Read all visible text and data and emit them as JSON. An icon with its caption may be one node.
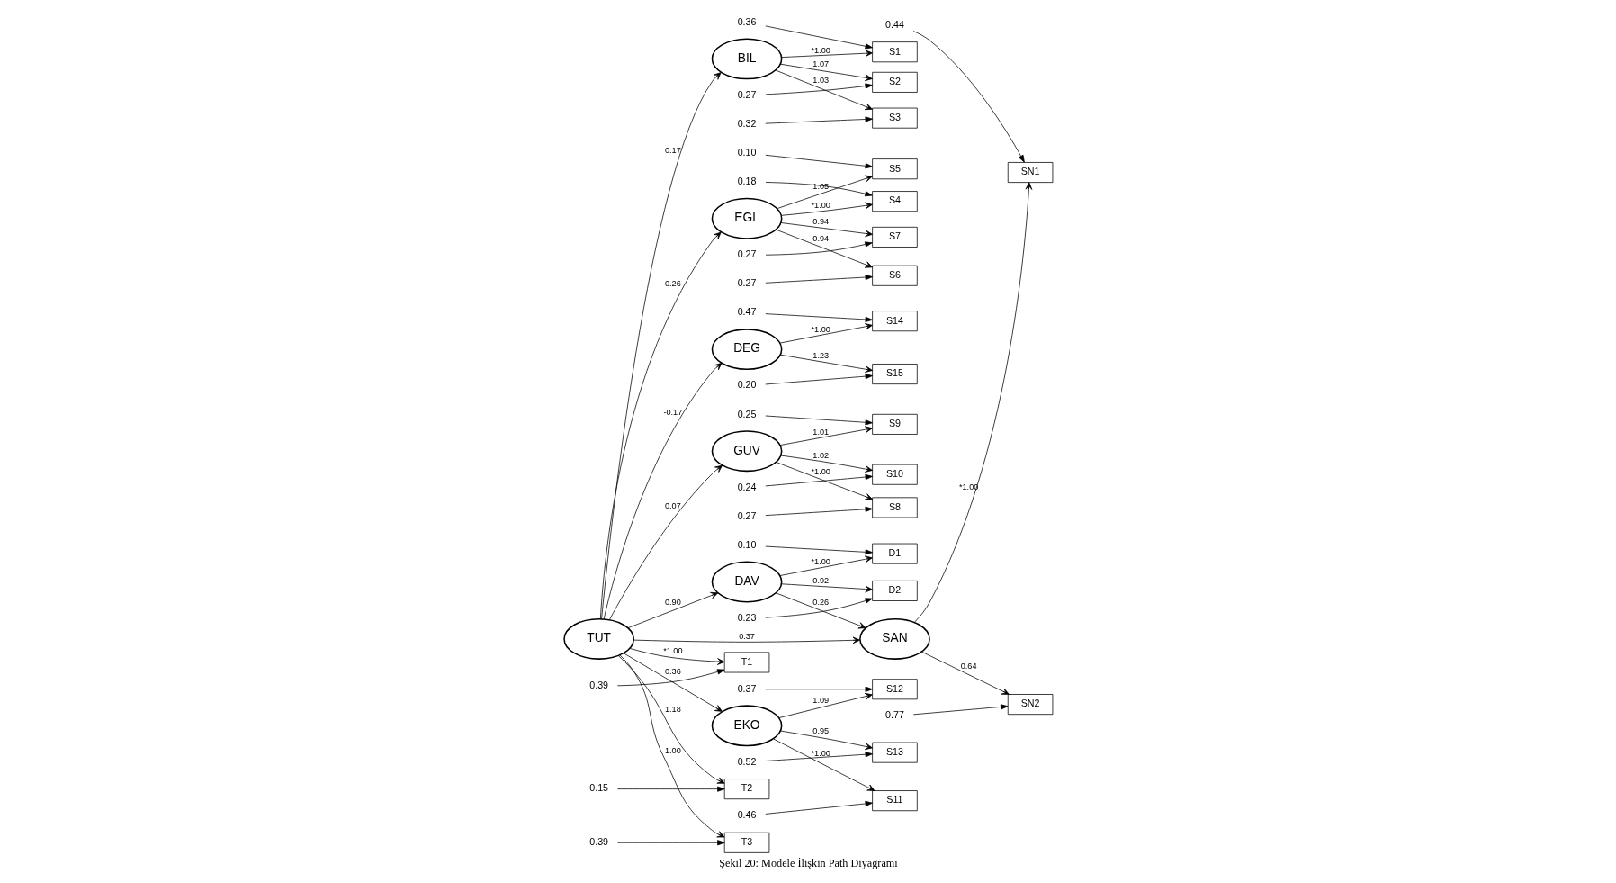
{
  "diagram": {
    "caption": "Şekil 20: Modele İlişkin Path Diyagramı",
    "nodes": [
      {
        "text": [
          "0.36"
        ]
      },
      {
        "text": [
          "S1"
        ]
      },
      {
        "text": [
          "0.27"
        ]
      },
      {
        "text": [
          "S2"
        ]
      },
      {
        "text": [
          "0.32"
        ]
      },
      {
        "text": [
          "S3"
        ]
      },
      {
        "text": [
          "0.18"
        ]
      },
      {
        "text": [
          "S4"
        ]
      },
      {
        "text": [
          "0.10"
        ]
      },
      {
        "text": [
          "S5"
        ]
      },
      {
        "text": [
          "0.27"
        ]
      },
      {
        "text": [
          "S6"
        ]
      },
      {
        "text": [
          "0.27"
        ]
      },
      {
        "text": [
          "S7"
        ]
      },
      {
        "text": [
          "0.27"
        ]
      },
      {
        "text": [
          "S8"
        ]
      },
      {
        "text": [
          "0.25"
        ]
      },
      {
        "text": [
          "S9"
        ]
      },
      {
        "text": [
          "0.24"
        ]
      },
      {
        "text": [
          "S10"
        ]
      },
      {
        "text": [
          "0.46"
        ]
      },
      {
        "text": [
          "S11"
        ]
      },
      {
        "text": [
          "0.37"
        ]
      },
      {
        "text": [
          "S12"
        ]
      },
      {
        "text": [
          "0.52"
        ]
      },
      {
        "text": [
          "S13"
        ]
      },
      {
        "text": [
          "0.47"
        ]
      },
      {
        "text": [
          "S14"
        ]
      },
      {
        "text": [
          "0.20"
        ]
      },
      {
        "text": [
          "S15"
        ]
      },
      {
        "text": [
          "BIL"
        ]
      },
      {
        "text": [
          "EGL"
        ]
      },
      {
        "text": [
          "GUV"
        ]
      },
      {
        "text": [
          "EKO"
        ]
      },
      {
        "text": [
          "DEG"
        ]
      },
      {
        "text": [
          "0.39"
        ]
      },
      {
        "text": [
          "0.15"
        ]
      },
      {
        "text": [
          "0.39"
        ]
      },
      {
        "text": [
          "T1"
        ]
      },
      {
        "text": [
          "T2"
        ]
      },
      {
        "text": [
          "T3"
        ]
      },
      {
        "text": [
          "TUT"
        ]
      },
      {
        "text": [
          "DAV"
        ]
      },
      {
        "text": [
          "SAN"
        ]
      },
      {
        "text": [
          "D1"
        ]
      },
      {
        "text": [
          "0.10"
        ]
      },
      {
        "text": [
          "D2"
        ]
      },
      {
        "text": [
          "0.23"
        ]
      },
      {
        "text": [
          "SN1"
        ]
      },
      {
        "text": [
          "0.44"
        ]
      },
      {
        "text": [
          "SN2"
        ]
      },
      {
        "text": [
          "0.77"
        ]
      }
    ],
    "edges": [
      {
        "from": 0,
        "to": 1,
        "arrow": "to"
      },
      {
        "from": 2,
        "to": 3,
        "arrow": "to"
      },
      {
        "from": 4,
        "to": 5,
        "arrow": "to"
      },
      {
        "from": 6,
        "to": 7,
        "arrow": "to"
      },
      {
        "from": 8,
        "to": 9,
        "arrow": "to"
      },
      {
        "from": 10,
        "to": 11,
        "arrow": "to"
      },
      {
        "from": 12,
        "to": 13,
        "arrow": "to"
      },
      {
        "from": 14,
        "to": 15,
        "arrow": "to"
      },
      {
        "from": 16,
        "to": 17,
        "arrow": "to"
      },
      {
        "from": 18,
        "to": 19,
        "arrow": "to"
      },
      {
        "from": 20,
        "to": 21,
        "arrow": "to"
      },
      {
        "from": 22,
        "to": 23,
        "arrow": "to"
      },
      {
        "from": 24,
        "to": 25,
        "arrow": "to"
      },
      {
        "from": 26,
        "to": 27,
        "arrow": "to"
      },
      {
        "from": 28,
        "to": 29,
        "arrow": "to"
      },
      {
        "from": 30,
        "to": 1,
        "arrow": "to",
        "label": "*1.00"
      },
      {
        "from": 30,
        "to": 3,
        "arrow": "to",
        "label": "1.07"
      },
      {
        "from": 30,
        "to": 5,
        "arrow": "to",
        "label": "1.03"
      },
      {
        "from": 31,
        "to": 7,
        "arrow": "to",
        "label": "*1.00"
      },
      {
        "from": 31,
        "to": 9,
        "arrow": "to",
        "label": "1.05"
      },
      {
        "from": 31,
        "to": 11,
        "arrow": "to",
        "label": "0.94"
      },
      {
        "from": 31,
        "to": 13,
        "arrow": "to",
        "label": "0.94"
      },
      {
        "from": 32,
        "to": 15,
        "arrow": "to",
        "label": "*1.00"
      },
      {
        "from": 32,
        "to": 17,
        "arrow": "to",
        "label": "1.01"
      },
      {
        "from": 32,
        "to": 19,
        "arrow": "to",
        "label": "1.02"
      },
      {
        "from": 33,
        "to": 21,
        "arrow": "to",
        "label": "*1.00"
      },
      {
        "from": 33,
        "to": 23,
        "arrow": "to",
        "label": "1.09"
      },
      {
        "from": 33,
        "to": 25,
        "arrow": "to",
        "label": "0.95"
      },
      {
        "from": 34,
        "to": 27,
        "arrow": "to",
        "label": "*1.00"
      },
      {
        "from": 34,
        "to": 29,
        "arrow": "to",
        "label": "1.23"
      },
      {
        "from": 41,
        "to": 30,
        "arrow": "to",
        "label": "0.17"
      },
      {
        "from": 41,
        "to": 31,
        "arrow": "to",
        "label": "0.26"
      },
      {
        "from": 41,
        "to": 32,
        "arrow": "to",
        "label": "0.07"
      },
      {
        "from": 41,
        "to": 33,
        "arrow": "to",
        "label": "0.36"
      },
      {
        "from": 41,
        "to": 34,
        "arrow": "to",
        "label": "-0.17"
      },
      {
        "from": 35,
        "to": 38,
        "arrow": "to"
      },
      {
        "from": 36,
        "to": 39,
        "arrow": "to"
      },
      {
        "from": 37,
        "to": 40,
        "arrow": "to"
      },
      {
        "from": 41,
        "to": 38,
        "arrow": "to",
        "label": "*1.00"
      },
      {
        "from": 41,
        "to": 39,
        "arrow": "to",
        "label": "1.18"
      },
      {
        "from": 41,
        "to": 40,
        "arrow": "to",
        "label": "1.00"
      },
      {
        "from": 41,
        "to": 42,
        "arrow": "to",
        "label": "0.90"
      },
      {
        "from": 41,
        "to": 43,
        "arrow": "to",
        "label": "0.37"
      },
      {
        "from": 42,
        "to": 43,
        "arrow": "to",
        "label": "0.26"
      },
      {
        "from": 42,
        "to": 44,
        "arrow": "to",
        "label": "*1.00"
      },
      {
        "from": 42,
        "to": 46,
        "arrow": "to",
        "label": "0.92"
      },
      {
        "from": 45,
        "to": 44,
        "arrow": "to"
      },
      {
        "from": 47,
        "to": 46,
        "arrow": "to"
      },
      {
        "from": 43,
        "to": 48,
        "arrow": "to",
        "label": "*1.00"
      },
      {
        "from": 43,
        "to": 50,
        "arrow": "to",
        "label": "0.64"
      },
      {
        "from": 49,
        "to": 48,
        "arrow": "to"
      },
      {
        "from": 51,
        "to": 50,
        "arrow": "to"
      }
    ]
  }
}
